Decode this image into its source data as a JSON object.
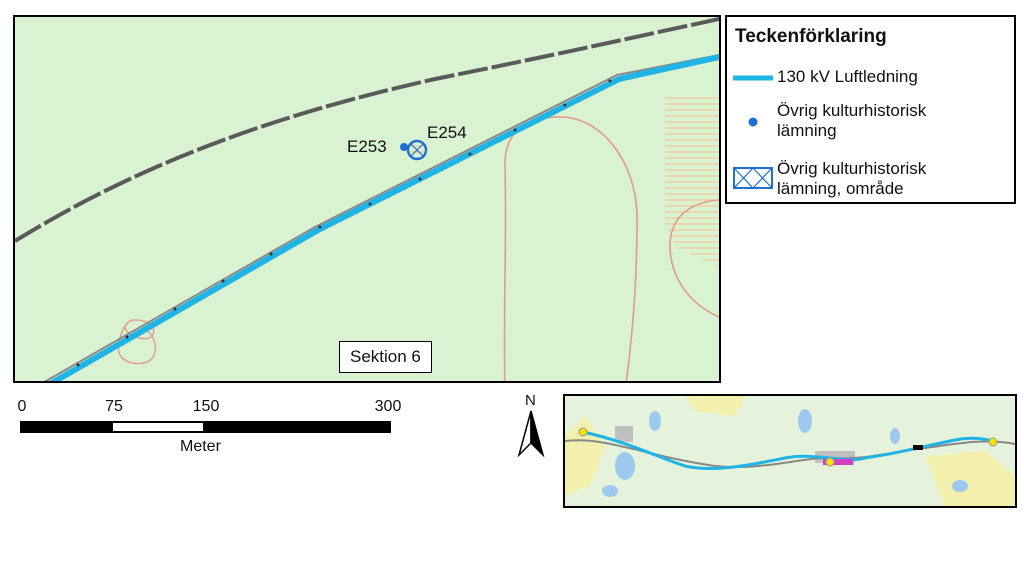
{
  "map": {
    "labels": {
      "site_a": "E253",
      "site_b": "E254"
    },
    "section_label": "Sektion 6"
  },
  "legend": {
    "title": "Teckenförklaring",
    "items": [
      {
        "label": "130 kV Luftledning",
        "symbol": "line",
        "color": "#1fb4e6"
      },
      {
        "label_lines": [
          "Övrig kulturhistorisk",
          "lämning"
        ],
        "symbol": "point",
        "color": "#1f6fd4"
      },
      {
        "label_lines": [
          "Övrig kulturhistorisk",
          "lämning, område"
        ],
        "symbol": "hatched-area",
        "color": "#1f6fd4"
      }
    ]
  },
  "scalebar": {
    "ticks": [
      "0",
      "75",
      "150",
      "300"
    ],
    "unit": "Meter"
  },
  "north_arrow": {
    "label": "N"
  },
  "colors": {
    "land": "#d9f2d2",
    "powerline": "#1fb4e6",
    "railway": "#555555",
    "contour": "#e39a8a",
    "hatch": "#f2c48f",
    "site": "#1f6fd4"
  }
}
